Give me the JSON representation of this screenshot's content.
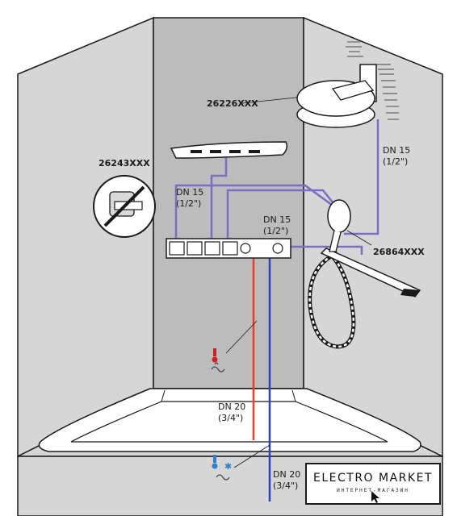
{
  "labels": {
    "overhead_shower": "26226XXX",
    "shower_bar": "26243XXX",
    "hand_shower": "26864XXX",
    "dn15_right_size": "DN 15",
    "dn15_right_inch": "(1/2\")",
    "dn15_left_size": "DN 15",
    "dn15_left_inch": "(1/2\")",
    "dn15_mid_size": "DN 15",
    "dn15_mid_inch": "(1/2\")",
    "dn20_bath_size": "DN 20",
    "dn20_bath_inch": "(3/4\")",
    "dn20_bottom_size": "DN 20",
    "dn20_bottom_inch": "(3/4\")"
  },
  "logo": {
    "title": "ELECTRO MARKET",
    "subtitle": "ИНТЕРНЕТ-МАГАЗИН"
  },
  "colors": {
    "wall_side": "#d6d6d6",
    "wall_back": "#bcbcbc",
    "outline": "#1a1a1a",
    "pipe_purple": "#7b6fc4",
    "pipe_hot": "#e8402a",
    "pipe_cold": "#2c44b8",
    "bath": "#ffffff"
  },
  "icons": [
    "hot-water-icon",
    "cold-water-icon",
    "no-sealing-icon",
    "cursor-icon"
  ]
}
